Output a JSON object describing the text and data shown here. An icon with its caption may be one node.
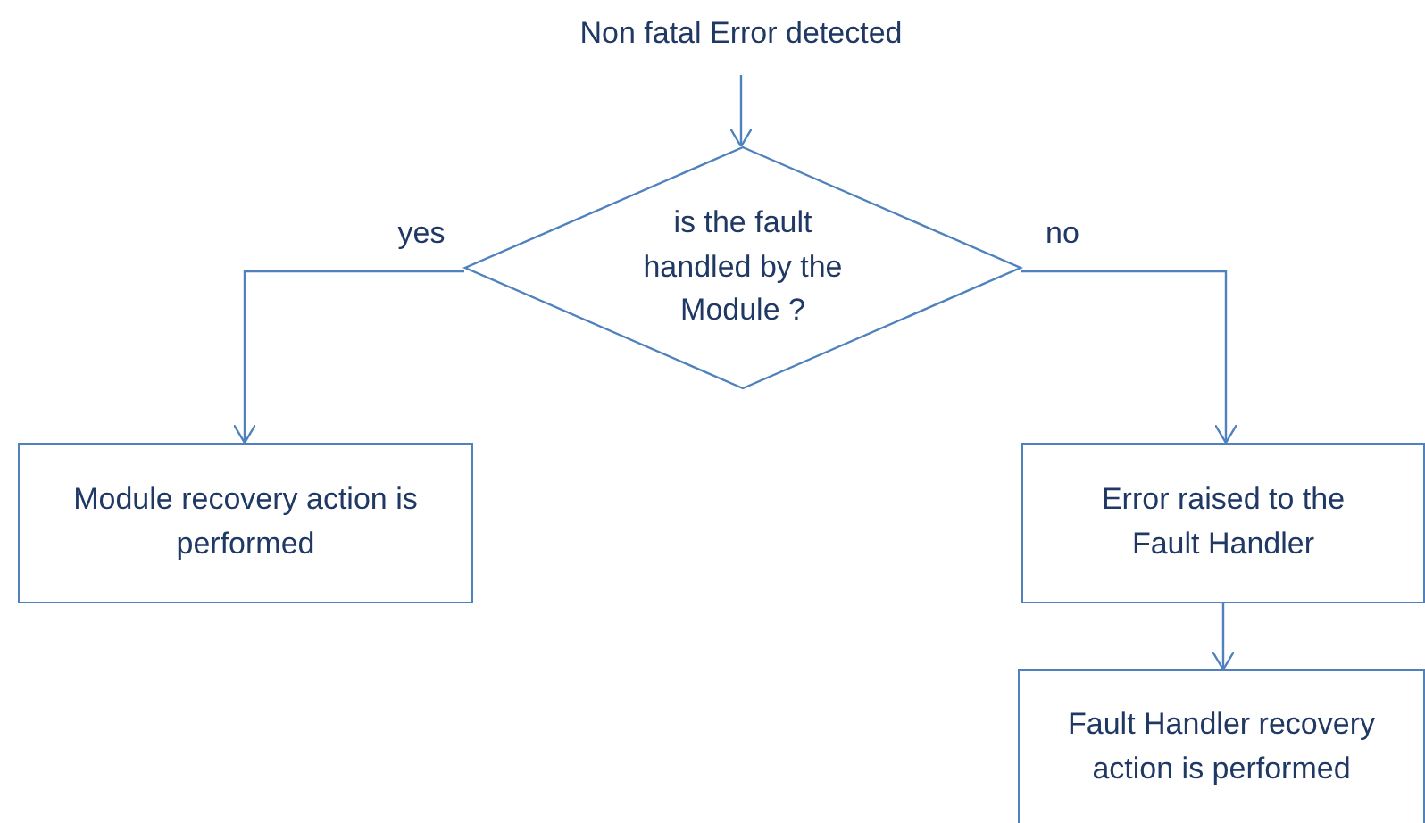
{
  "diagram": {
    "nodes": [
      {
        "text": [
          "Non fatal Error detected"
        ]
      },
      {
        "text": [
          "is the fault handled by the Module ?"
        ]
      },
      {
        "text": [
          "Module recovery action is performed"
        ]
      },
      {
        "text": [
          "Error raised to the Fault Handler"
        ]
      },
      {
        "text": [
          "Fault Handler recovery action is performed"
        ]
      }
    ],
    "edges": [
      {
        "from": 0,
        "to": 1,
        "arrow": "to"
      },
      {
        "from": 1,
        "to": 2,
        "arrow": "to",
        "label": "yes"
      },
      {
        "from": 1,
        "to": 3,
        "arrow": "to",
        "label": "no"
      },
      {
        "from": 3,
        "to": 4,
        "arrow": "to"
      }
    ]
  }
}
